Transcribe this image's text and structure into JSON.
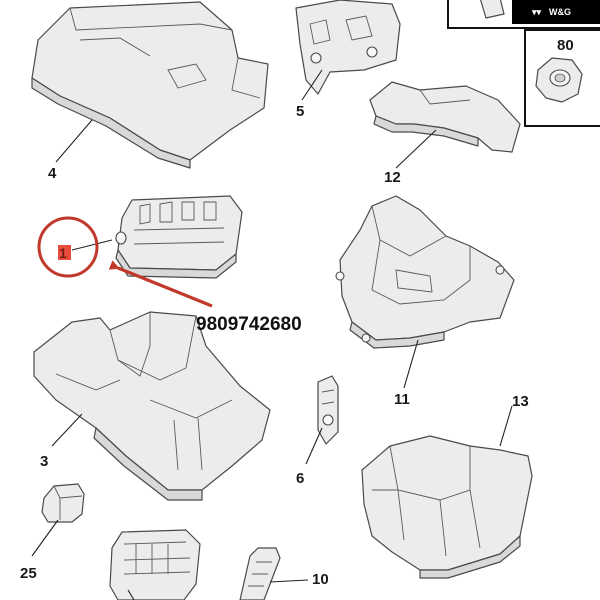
{
  "brand": {
    "text": "W&G",
    "colors": {
      "bg": "#000000",
      "fg": "#ffffff"
    }
  },
  "highlight": {
    "label": "1",
    "part_number": "9809742680",
    "circle_color": "#c0392b",
    "label_color": "#e74c3c"
  },
  "callouts": [
    "1",
    "3",
    "4",
    "5",
    "6",
    "10",
    "11",
    "12",
    "13",
    "25",
    "80"
  ]
}
